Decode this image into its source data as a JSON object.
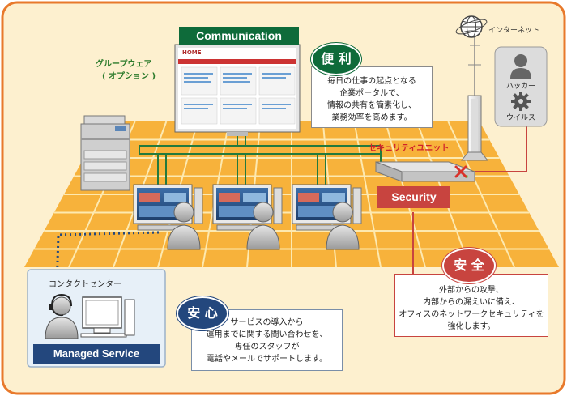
{
  "communication": {
    "header": "Communication",
    "app_logo": "HOME",
    "option_label": "グループウェア",
    "option_sub": "( オプション )"
  },
  "benefit_convenience": {
    "badge": "便 利",
    "lines": [
      "毎日の仕事の起点となる",
      "企業ポータルで、",
      "情報の共有を簡素化し、",
      "業務効率を高めます。"
    ]
  },
  "internet": {
    "label": "インターネット"
  },
  "threats": [
    {
      "label": "ハッカー",
      "icon": "hacker-icon"
    },
    {
      "label": "ウイルス",
      "icon": "virus-gear-icon"
    }
  ],
  "security": {
    "unit_label": "セキュリティユニット",
    "header": "Security",
    "badge": "安 全",
    "lines": [
      "外部からの攻撃、",
      "内部からの漏えいに備え、",
      "オフィスのネットワークセキュリティを",
      "強化します。"
    ]
  },
  "managed_service": {
    "center_label": "コンタクトセンター",
    "header": "Managed Service",
    "badge": "安 心",
    "lines": [
      "サービスの導入から",
      "運用までに関する問い合わせを、",
      "専任のスタッフが",
      "電話やメールでサポートします。"
    ]
  },
  "colors": {
    "frame_border": "#e8792b",
    "background": "#fdf0cf",
    "floor": "#f7b23b",
    "floor_line": "#fde9b0",
    "green_header": "#0e6b3a",
    "security_red": "#c8443f",
    "managed_blue": "#23477d",
    "callout_blue_bg": "#e7f0f8",
    "link_line": "#237a3d",
    "cross": "#d9322a"
  }
}
